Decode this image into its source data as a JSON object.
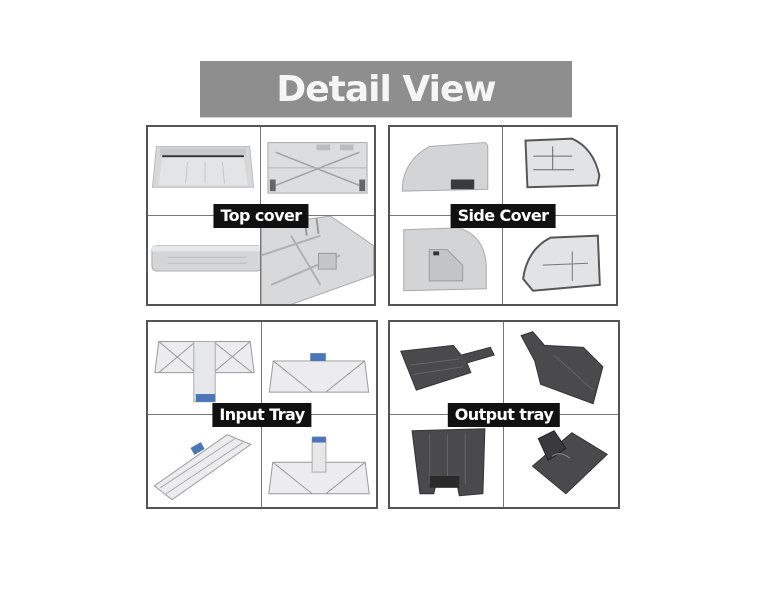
{
  "header": {
    "title": "Detail View"
  },
  "colors": {
    "banner_bg": "#8e8e8e",
    "banner_text": "#f5f5f5",
    "label_bg": "#111111",
    "label_text": "#ffffff",
    "border": "#555555",
    "light_part": "#d9dadc",
    "dark_part": "#4a4a4c",
    "accent_blue": "#4b76b8"
  },
  "panels": [
    {
      "label": "Top cover",
      "images": [
        "top-cover-front",
        "top-cover-underside",
        "top-cover-side",
        "top-cover-closeup"
      ]
    },
    {
      "label": "Side Cover",
      "images": [
        "side-cover-outer",
        "side-cover-inner",
        "side-cover-outer-alt",
        "side-cover-inner-alt"
      ]
    },
    {
      "label": "Input Tray",
      "images": [
        "input-tray-extended",
        "input-tray-front",
        "input-tray-angled",
        "input-tray-upright"
      ]
    },
    {
      "label": "Output tray",
      "images": [
        "output-tray-side",
        "output-tray-angled",
        "output-tray-top",
        "output-tray-flap"
      ]
    }
  ]
}
